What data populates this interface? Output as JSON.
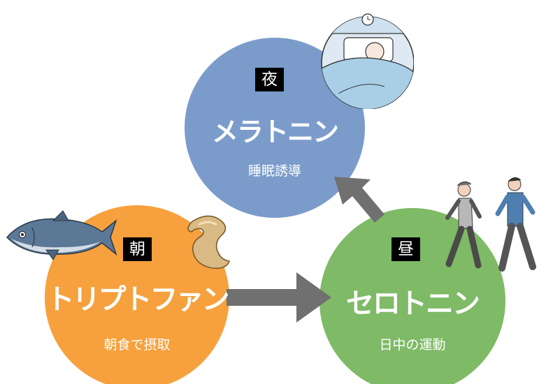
{
  "nodes": {
    "night": {
      "tag": "夜",
      "title": "メラトニン",
      "subtitle": "睡眠誘導"
    },
    "morning": {
      "tag": "朝",
      "title": "トリプトファン",
      "subtitle": "朝食で摂取"
    },
    "day": {
      "tag": "昼",
      "title": "セロトニン",
      "subtitle": "日中の運動"
    }
  },
  "colors": {
    "night": "#7b9ccb",
    "morning": "#f6a13d",
    "day": "#7fba66",
    "arrow": "#707070",
    "tag_bg": "#000000"
  },
  "icons": {
    "night": "sleeping-person-icon",
    "fish": "tuna-fish-icon",
    "nut": "cashew-nut-icon",
    "walkers": "walking-people-icon"
  }
}
